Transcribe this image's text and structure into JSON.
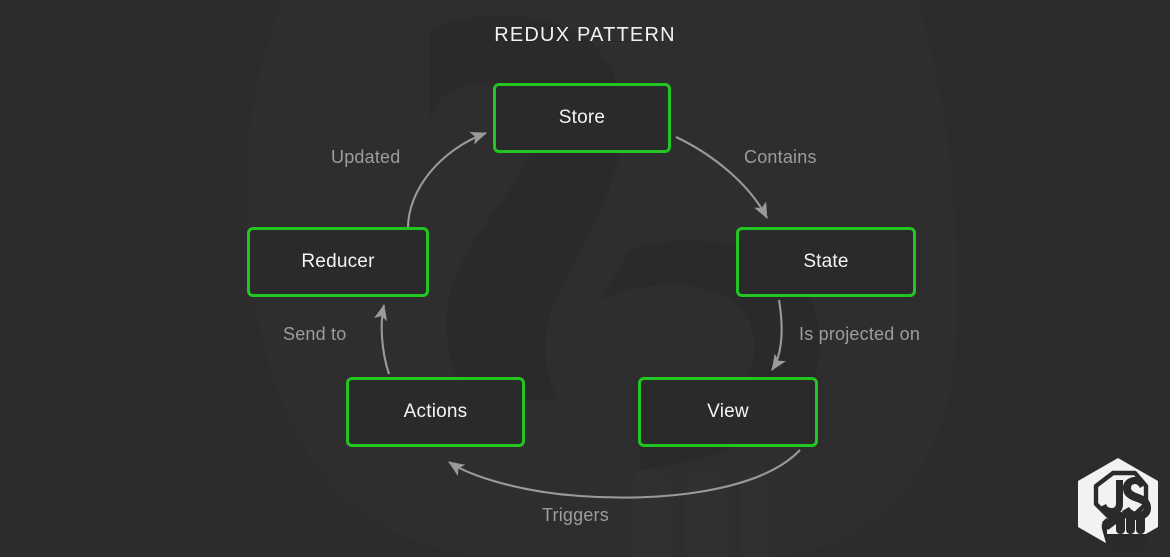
{
  "diagram": {
    "title": "REDUX PATTERN",
    "type": "cycle-flow-diagram",
    "background_color": "#2c2c2c",
    "node_border_color": "#22c522",
    "node_fill_color": "#2a2a2a",
    "node_text_color": "#f4f4f4",
    "arrow_color": "#9a9a9a",
    "label_text_color": "#9d9d9d",
    "nodes": [
      {
        "id": "store",
        "label": "Store"
      },
      {
        "id": "state",
        "label": "State"
      },
      {
        "id": "view",
        "label": "View"
      },
      {
        "id": "actions",
        "label": "Actions"
      },
      {
        "id": "reducer",
        "label": "Reducer"
      }
    ],
    "edges": [
      {
        "id": "store-state",
        "from": "Store",
        "to": "State",
        "label": "Contains"
      },
      {
        "id": "state-view",
        "from": "State",
        "to": "View",
        "label": "Is projected on"
      },
      {
        "id": "view-actions",
        "from": "View",
        "to": "Actions",
        "label": "Triggers"
      },
      {
        "id": "actions-reducer",
        "from": "Actions",
        "to": "Reducer",
        "label": "Send to"
      },
      {
        "id": "reducer-store",
        "from": "Reducer",
        "to": "Store",
        "label": "Updated"
      }
    ],
    "watermark": "js-fist-logo",
    "logo": "javascript-hexagon-fist-logo"
  }
}
